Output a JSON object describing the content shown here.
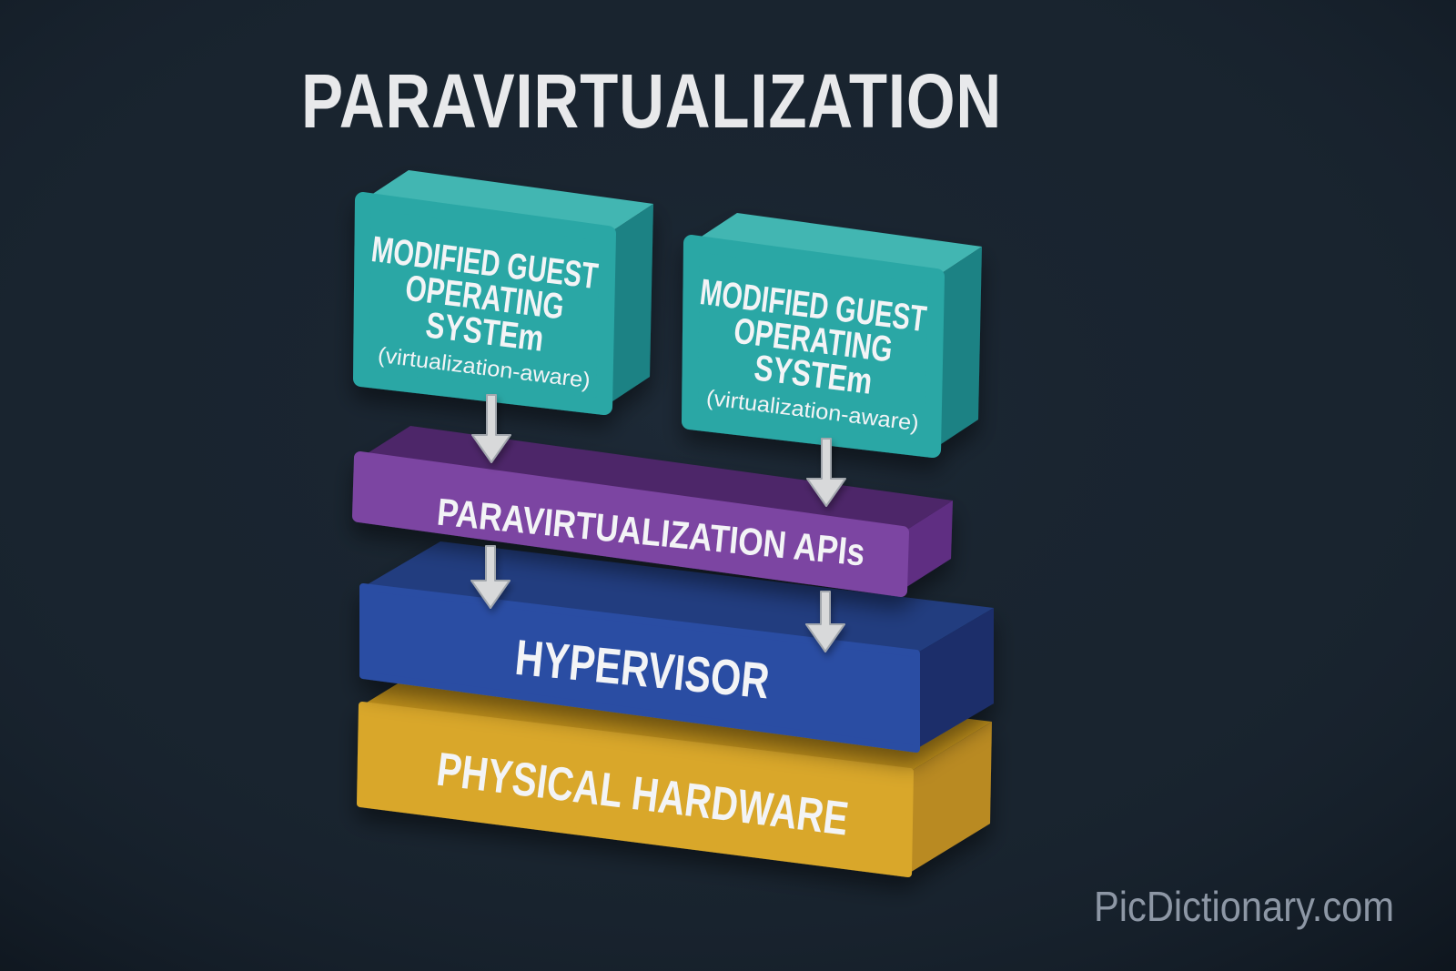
{
  "title": "PARAVIRTUALIZATION",
  "watermark": "PicDictionary.com",
  "guest_boxes": [
    {
      "title_lines": [
        "MODIFIED GUEST",
        "OPERATING",
        "SYSTEm"
      ],
      "subtitle": "(virtualization-aware)"
    },
    {
      "title_lines": [
        "MODIFIED GUEST",
        "OPERATING",
        "SYSTEm"
      ],
      "subtitle": "(virtualization-aware)"
    }
  ],
  "layers": {
    "apis": {
      "label": "PARAVIRTUALIZATION APIs"
    },
    "hypervisor": {
      "label": "HYPERVISOR"
    },
    "hardware": {
      "label": "PHYSICAL HARDWARE"
    }
  },
  "colors": {
    "background": "#19242f",
    "title_text": "#e8e9eb",
    "label_text": "#f3f4f6",
    "watermark_text": "#8d97a5",
    "arrow_fill": "#d8d9da",
    "arrow_outline": "#a2a7ad",
    "teal_front": "#2aa7a5",
    "teal_top": "#43b6b2",
    "teal_side": "#1e8284",
    "purple_front": "#7c45a2",
    "purple_top": "#4e2569",
    "purple_side": "#5e2e82",
    "blue_front": "#2b4da3",
    "blue_top": "#223c7f",
    "blue_side": "#1b2f6b",
    "gold_front": "#d9a72c",
    "gold_top": "#c2921f",
    "gold_side": "#b98a22"
  }
}
